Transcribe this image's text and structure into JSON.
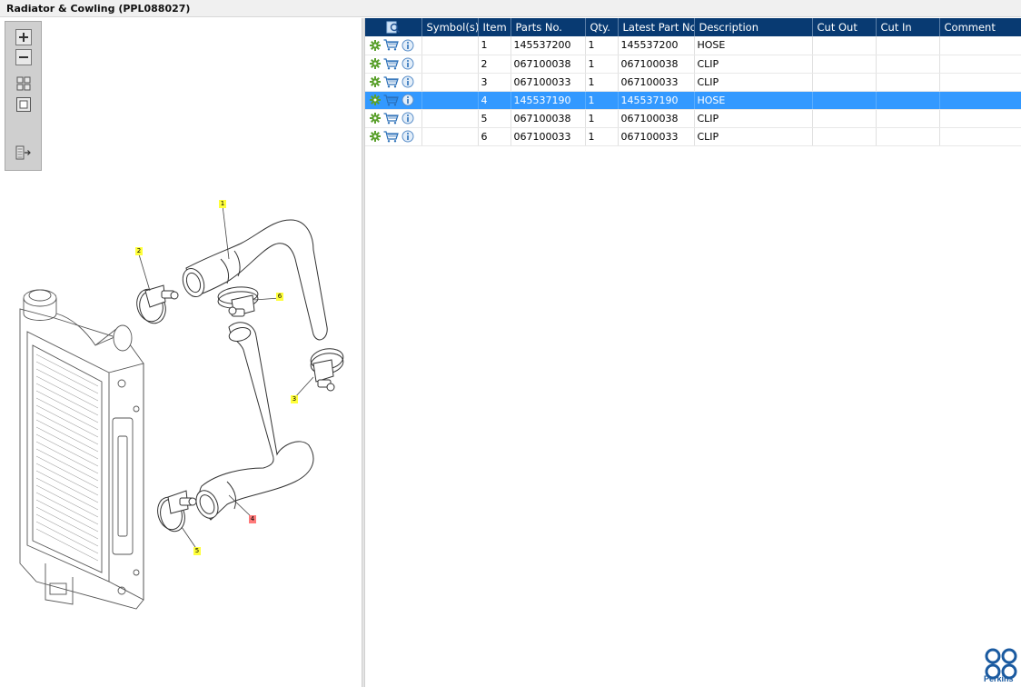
{
  "window": {
    "title": "Radiator & Cowling (PPL088027)"
  },
  "toolbox": {
    "buttons": [
      "zoom-in-icon",
      "zoom-out-icon",
      "fit-all-icon",
      "fit-window-icon",
      "export-list-icon"
    ]
  },
  "callouts": [
    {
      "label": "1",
      "style": "highlight-yellow"
    },
    {
      "label": "2",
      "style": "highlight-yellow"
    },
    {
      "label": "3",
      "style": "highlight-yellow"
    },
    {
      "label": "4",
      "style": "highlight-red"
    },
    {
      "label": "5",
      "style": "highlight-yellow"
    },
    {
      "label": "6",
      "style": "highlight-yellow"
    }
  ],
  "table": {
    "columns": [
      "",
      "Symbol(s)",
      "Item",
      "Parts No.",
      "Qty.",
      "Latest Part No.",
      "Description",
      "Cut Out",
      "Cut In",
      "Comment"
    ],
    "rows": [
      {
        "symbol": "",
        "item": "1",
        "part_no": "145537200",
        "qty": "1",
        "latest_part_no": "145537200",
        "description": "HOSE",
        "cut_out": "",
        "cut_in": "",
        "comment": "",
        "selected": false
      },
      {
        "symbol": "",
        "item": "2",
        "part_no": "067100038",
        "qty": "1",
        "latest_part_no": "067100038",
        "description": "CLIP",
        "cut_out": "",
        "cut_in": "",
        "comment": "",
        "selected": false
      },
      {
        "symbol": "",
        "item": "3",
        "part_no": "067100033",
        "qty": "1",
        "latest_part_no": "067100033",
        "description": "CLIP",
        "cut_out": "",
        "cut_in": "",
        "comment": "",
        "selected": false
      },
      {
        "symbol": "",
        "item": "4",
        "part_no": "145537190",
        "qty": "1",
        "latest_part_no": "145537190",
        "description": "HOSE",
        "cut_out": "",
        "cut_in": "",
        "comment": "",
        "selected": true
      },
      {
        "symbol": "",
        "item": "5",
        "part_no": "067100038",
        "qty": "1",
        "latest_part_no": "067100038",
        "description": "CLIP",
        "cut_out": "",
        "cut_in": "",
        "comment": "",
        "selected": false
      },
      {
        "symbol": "",
        "item": "6",
        "part_no": "067100033",
        "qty": "1",
        "latest_part_no": "067100033",
        "description": "CLIP",
        "cut_out": "",
        "cut_in": "",
        "comment": "",
        "selected": false
      }
    ],
    "row_icons": [
      "gear-icon",
      "cart-icon",
      "info-icon"
    ]
  },
  "colors": {
    "header_bg": "#083a72",
    "selected_row": "#3399ff",
    "callout_yellow": "#ffff3a",
    "callout_red": "#ff7a7a",
    "logo_blue": "#1a5aa0"
  },
  "brand": {
    "logo_text": "Perkins"
  }
}
